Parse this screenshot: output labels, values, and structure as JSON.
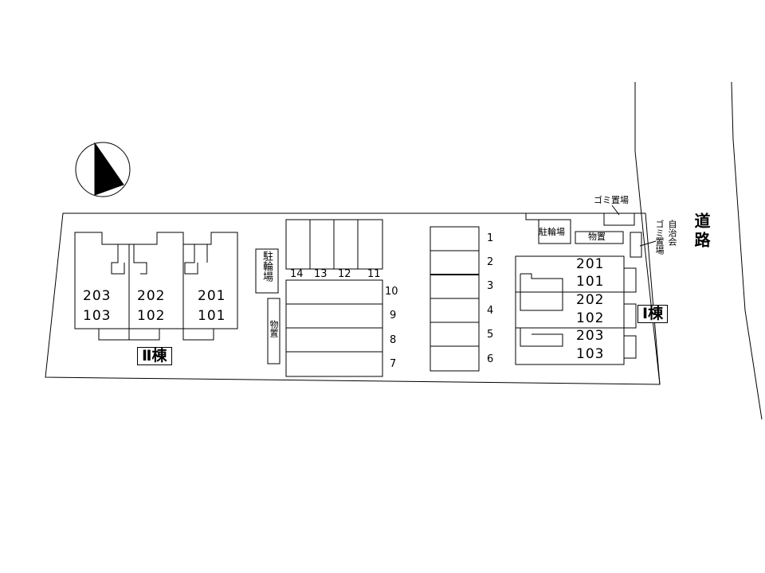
{
  "road": {
    "label": "道路"
  },
  "building_1": {
    "label": "Ⅰ棟",
    "units": [
      [
        "201",
        "101"
      ],
      [
        "202",
        "102"
      ],
      [
        "203",
        "103"
      ]
    ]
  },
  "building_2": {
    "label": "Ⅱ棟",
    "units": [
      [
        "203",
        "103"
      ],
      [
        "202",
        "102"
      ],
      [
        "201",
        "101"
      ]
    ]
  },
  "parking_right": [
    "1",
    "2",
    "3",
    "4",
    "5",
    "6"
  ],
  "parking_middle_vertical": [
    "14",
    "13",
    "12",
    "11"
  ],
  "parking_middle_horizontal": [
    "10",
    "9",
    "8",
    "7"
  ],
  "facilities": {
    "garbage_top": "ゴミ置場",
    "bike_right": "駐輪場",
    "storage_right": "物置",
    "garbage_side": "ゴミ置場",
    "association": "自治会",
    "bike_left": "駐輪場",
    "storage_left": "物置"
  }
}
